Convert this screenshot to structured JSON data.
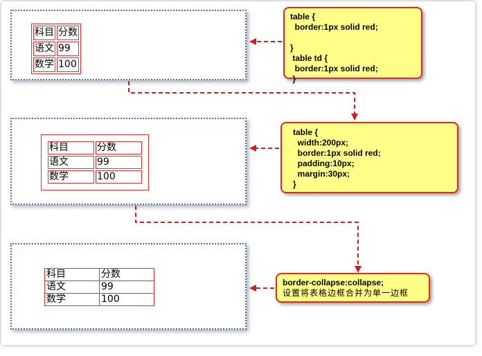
{
  "colors": {
    "panel_border": "#3f6fbf",
    "connector": "#cc1f1f",
    "note_fill": "#ffff88",
    "note_border": "#e02828",
    "table_border": "#e03030"
  },
  "tables": [
    {
      "rows": [
        [
          "科目",
          "分数"
        ],
        [
          "语文",
          "99"
        ],
        [
          "数学",
          "100"
        ]
      ]
    },
    {
      "rows": [
        [
          "科目",
          "分数"
        ],
        [
          "语文",
          "99"
        ],
        [
          "数学",
          "100"
        ]
      ]
    },
    {
      "rows": [
        [
          "科目",
          "分数"
        ],
        [
          "语文",
          "99"
        ],
        [
          "数学",
          "100"
        ]
      ]
    }
  ],
  "notes": {
    "note1": "table {\n  border:1px solid red;\n\n}\n table td {\n  border:1px solid red;\n }",
    "note2": "table {\n  width:200px;\n  border:1px solid red;\n  padding:10px;\n  margin:30px;\n}",
    "note3_line1": "border-collapse:collapse;",
    "note3_line2": "设置将表格边框合并为单一边框"
  }
}
